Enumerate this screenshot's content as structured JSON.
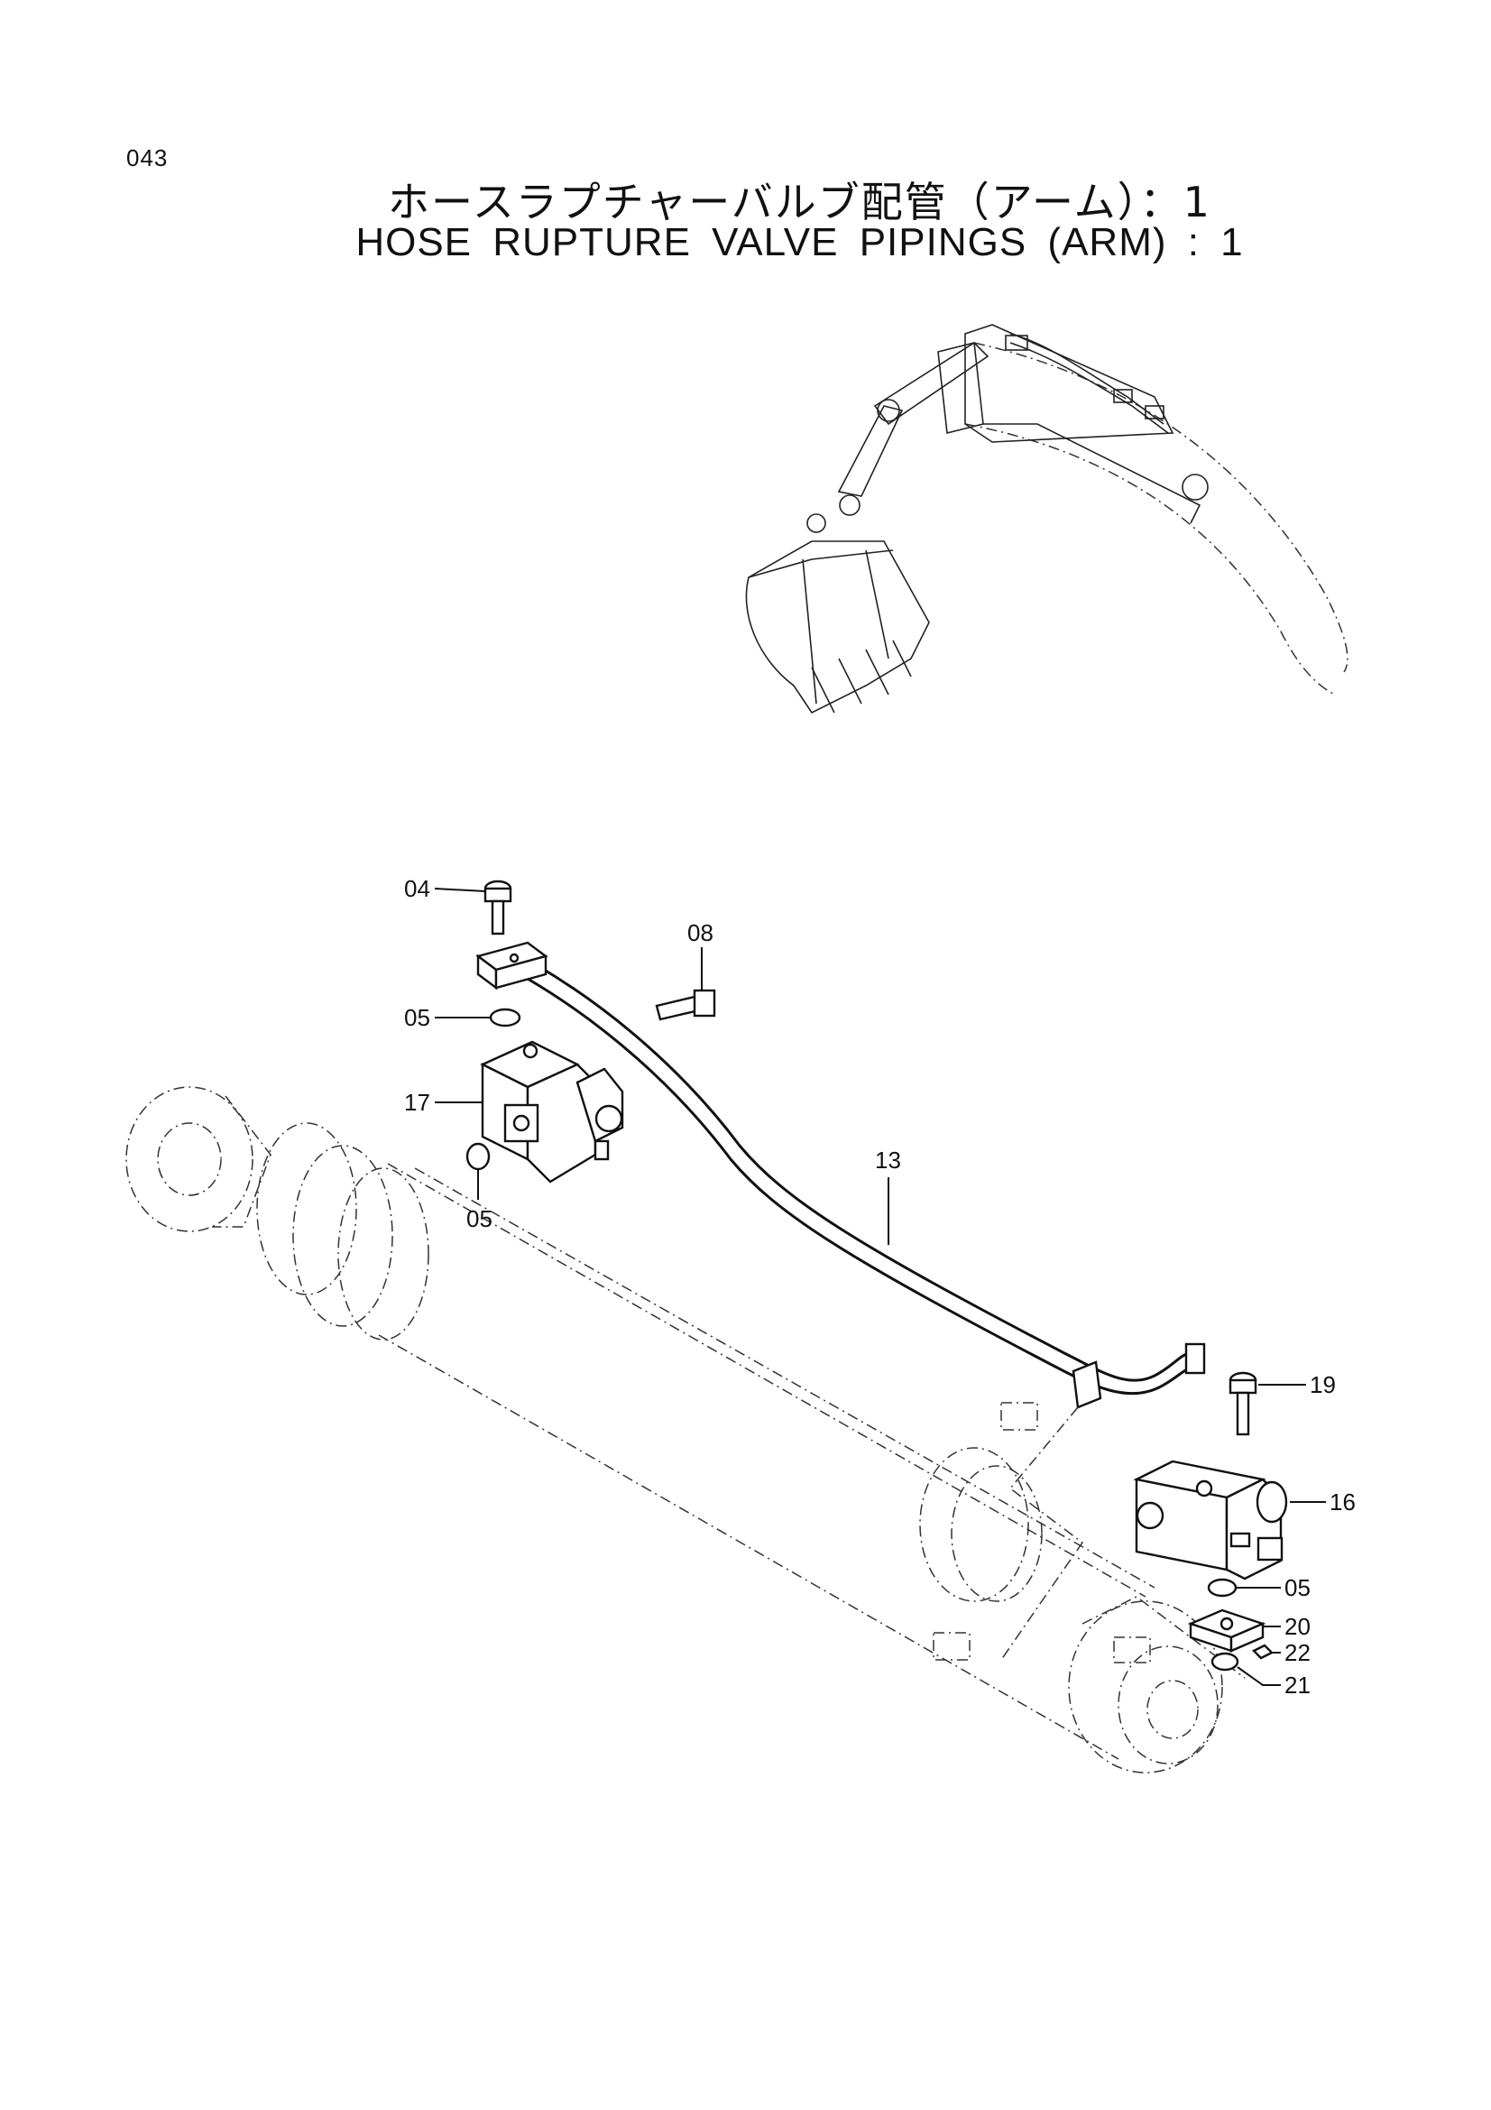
{
  "page": {
    "number": "043",
    "title_ja": "ホースラプチャーバルブ配管（アーム）：1",
    "title_en": "HOSE RUPTURE VALVE PIPINGS (ARM) : 1"
  },
  "callouts": {
    "c04": "04",
    "c05a": "05",
    "c05b": "05",
    "c05c": "05",
    "c08": "08",
    "c13": "13",
    "c16": "16",
    "c17": "17",
    "c19": "19",
    "c20": "20",
    "c21": "21",
    "c22": "22"
  }
}
